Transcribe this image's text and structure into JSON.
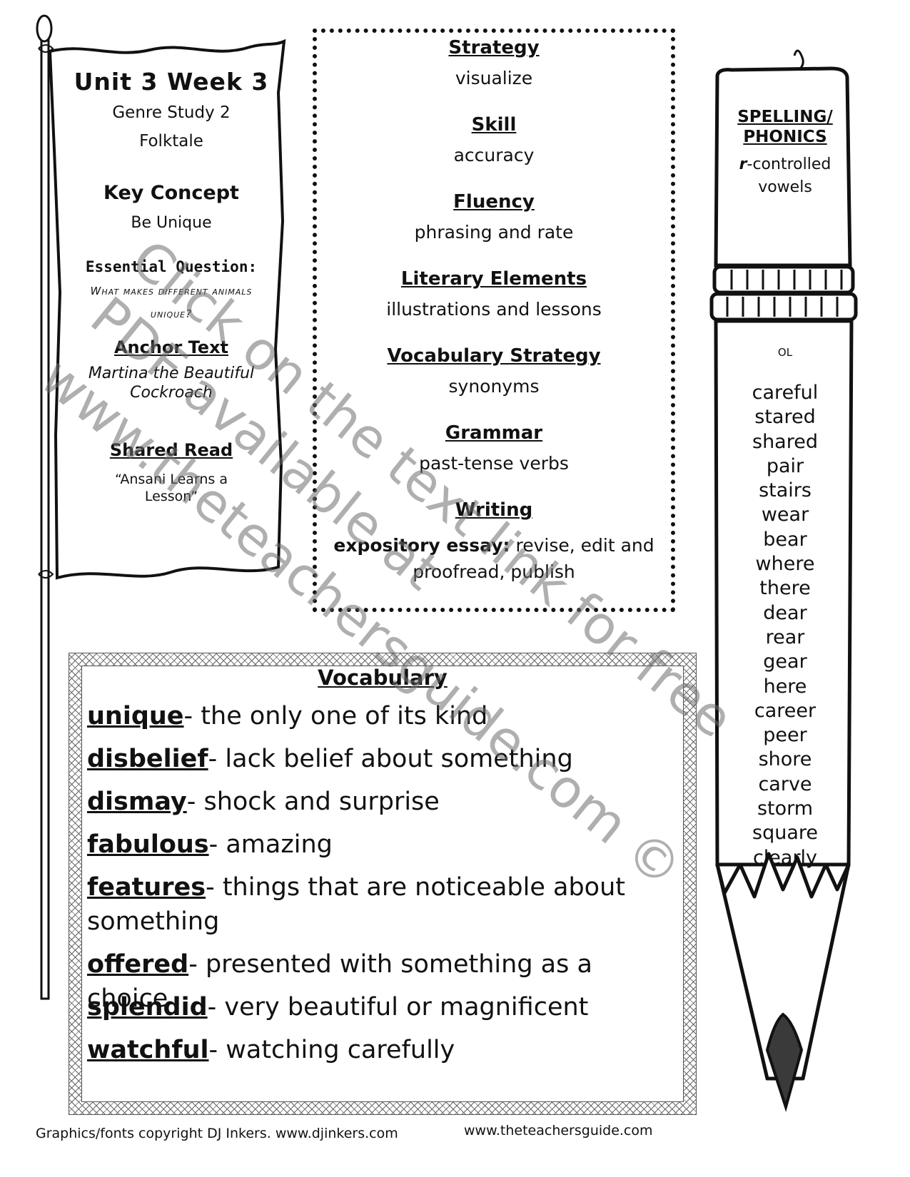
{
  "flag": {
    "title": "Unit 3 Week 3",
    "subtitle": "Genre Study 2",
    "genre": "Folktale",
    "key_concept_heading": "Key Concept",
    "key_concept": "Be Unique",
    "essential_question_heading": "Essential Question:",
    "essential_question": "What makes different animals unique?",
    "anchor_text_heading": "Anchor Text",
    "anchor_text": "Martina the Beautiful Cockroach",
    "shared_read_heading": "Shared Read",
    "shared_read": "“Ansani Learns a Lesson”"
  },
  "center": {
    "strategy_heading": "Strategy",
    "strategy": "visualize",
    "skill_heading": "Skill",
    "skill": "accuracy",
    "fluency_heading": "Fluency",
    "fluency": "phrasing and rate",
    "literary_heading": "Literary Elements",
    "literary": "illustrations and lessons",
    "vocab_strategy_heading": "Vocabulary Strategy",
    "vocab_strategy": "synonyms",
    "grammar_heading": "Grammar",
    "grammar": "past-tense verbs",
    "writing_heading": "Writing",
    "writing_bold": "expository essay:",
    "writing_text": " revise, edit and proofread, publish"
  },
  "vocabulary": {
    "title": "Vocabulary",
    "entries": [
      {
        "word": "unique",
        "def": "-  the only one of its kind"
      },
      {
        "word": "disbelief",
        "def": "-  lack belief about something"
      },
      {
        "word": "dismay",
        "def": "- shock and surprise"
      },
      {
        "word": "fabulous",
        "def": "- amazing"
      },
      {
        "word": "features",
        "def": "- things that are noticeable about something"
      },
      {
        "word": "offered",
        "def": "- presented with something as a choice"
      },
      {
        "word": "splendid",
        "def": "- very beautiful or magnificent"
      },
      {
        "word": "watchful",
        "def": "- watching carefully"
      }
    ]
  },
  "spelling": {
    "title": "SPELLING/ PHONICS",
    "desc_letter": "r",
    "desc_rest": "-controlled vowels",
    "level": "OL",
    "words": [
      "careful",
      "stared",
      "shared",
      "pair",
      "stairs",
      "wear",
      "bear",
      "where",
      "there",
      "dear",
      "rear",
      "gear",
      "here",
      "career",
      "peer",
      "shore",
      "carve",
      "storm",
      "square",
      "clearly"
    ]
  },
  "footer": {
    "left": "Graphics/fonts copyright DJ Inkers. www.djinkers.com",
    "right": "www.theteachersguide.com"
  },
  "watermark": {
    "line1": "Click on the text link for free",
    "line2": "PDF available at",
    "line3": "www.theteachersguide.com ©"
  }
}
